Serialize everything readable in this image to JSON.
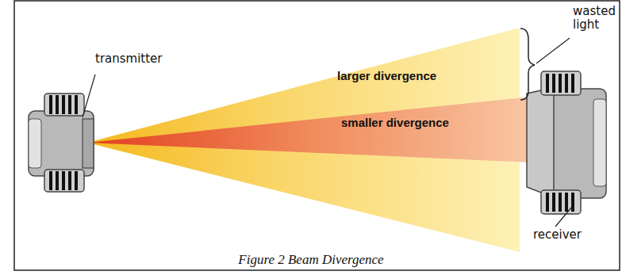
{
  "diagram": {
    "caption": "Figure 2 Beam Divergence",
    "labels": [
      "transmitter",
      "larger divergence",
      "smaller divergence",
      "wasted light",
      "receiver"
    ]
  }
}
